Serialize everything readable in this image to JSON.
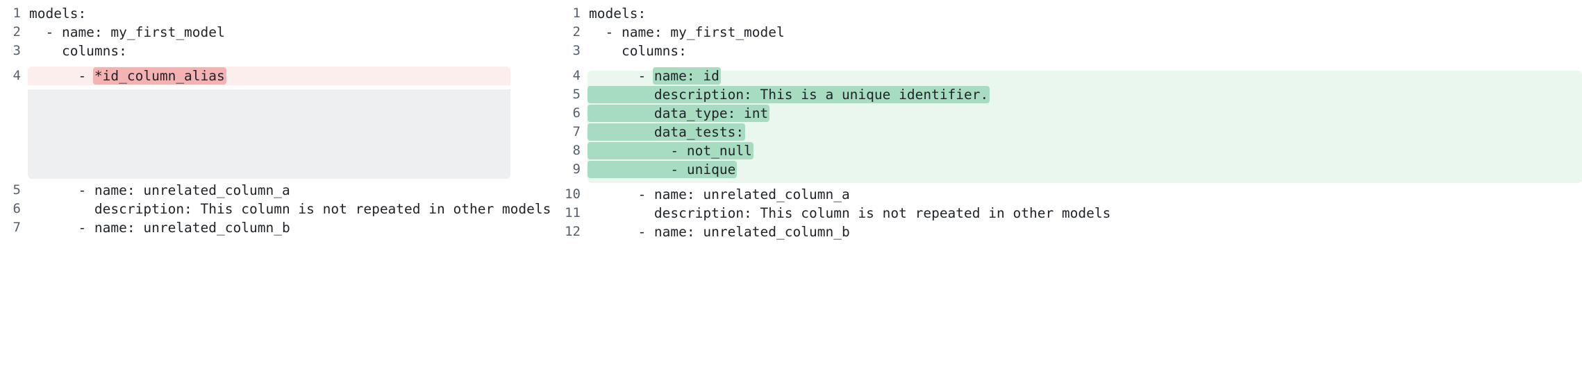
{
  "view": {
    "type": "side-by-side-code-diff",
    "language": "yaml",
    "colors": {
      "deleted_row_bg": "#fdeeee",
      "deleted_token_bg": "#f5b2b2",
      "added_row_bg": "#e9f7ef",
      "added_token_bg": "#a7dcc0",
      "placeholder_bg": "#eeeff1",
      "line_number": "#57606a",
      "code_text": "#1f2328",
      "page_bg": "#ffffff"
    }
  },
  "left_pane": {
    "name": "before",
    "lines": [
      {
        "number": "1",
        "text": "models:",
        "state": "context"
      },
      {
        "number": "2",
        "text": "  - name: my_first_model",
        "state": "context"
      },
      {
        "number": "3",
        "text": "    columns:",
        "state": "context"
      },
      {
        "number": "4",
        "prefix": "      - ",
        "token": "*id_column_alias",
        "suffix": "",
        "state": "deleted"
      },
      {
        "number": "5",
        "text": "      - name: unrelated_column_a",
        "state": "context"
      },
      {
        "number": "6",
        "text": "        description: This column is not repeated in other models",
        "state": "context"
      },
      {
        "number": "7",
        "text": "      - name: unrelated_column_b",
        "state": "context"
      }
    ],
    "placeholder_rows": 5
  },
  "right_pane": {
    "name": "after",
    "lines": [
      {
        "number": "1",
        "text": "models:",
        "state": "context"
      },
      {
        "number": "2",
        "text": "  - name: my_first_model",
        "state": "context"
      },
      {
        "number": "3",
        "text": "    columns:",
        "state": "context"
      },
      {
        "number": "4",
        "prefix": "      - ",
        "token": "name: id",
        "state": "added"
      },
      {
        "number": "5",
        "prefix": "        ",
        "token": "description: This is a unique identifier.",
        "state": "added"
      },
      {
        "number": "6",
        "prefix": "        ",
        "token": "data_type: int",
        "state": "added"
      },
      {
        "number": "7",
        "prefix": "        ",
        "token": "data_tests:",
        "state": "added"
      },
      {
        "number": "8",
        "prefix": "          ",
        "token": "- not_null",
        "state": "added"
      },
      {
        "number": "9",
        "prefix": "          ",
        "token": "- unique",
        "state": "added"
      },
      {
        "number": "10",
        "text": "      - name: unrelated_column_a",
        "state": "context"
      },
      {
        "number": "11",
        "text": "        description: This column is not repeated in other models",
        "state": "context"
      },
      {
        "number": "12",
        "text": "      - name: unrelated_column_b",
        "state": "context"
      }
    ]
  }
}
